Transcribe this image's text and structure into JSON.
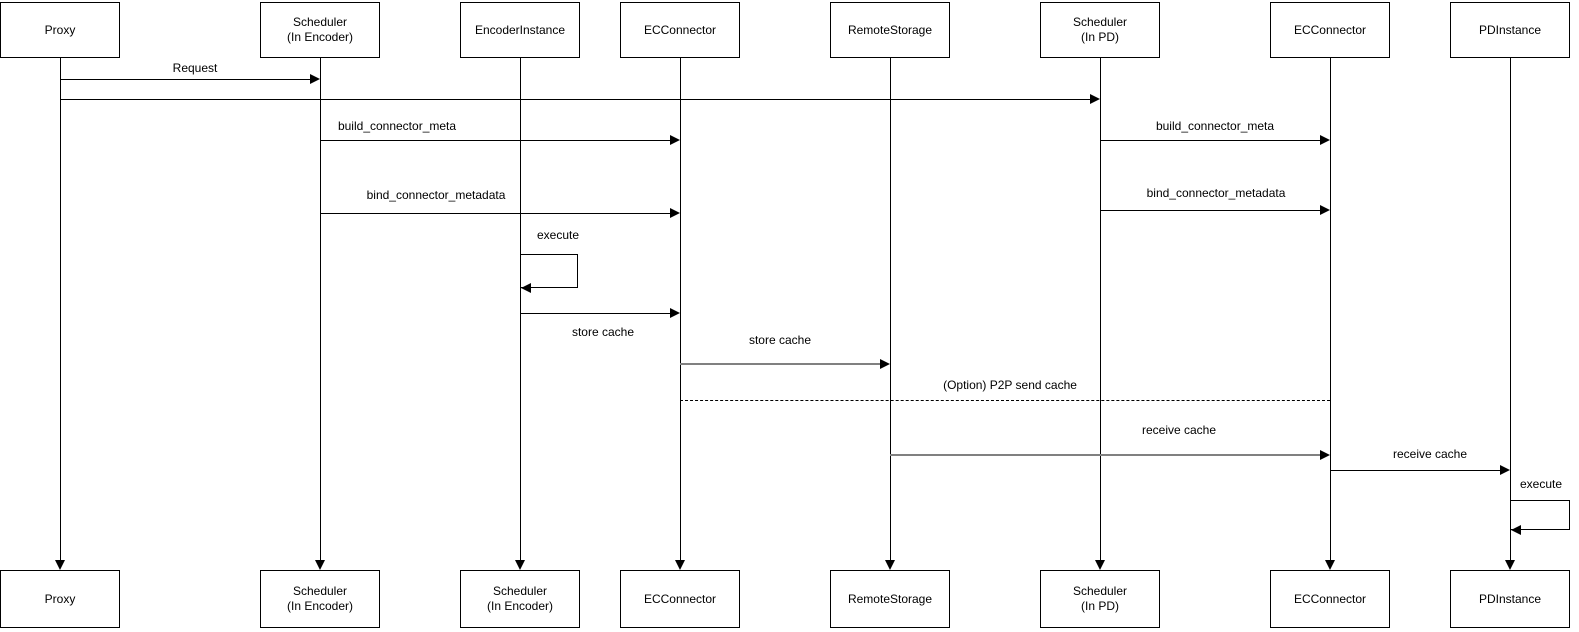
{
  "diagram_type": "sequence-diagram",
  "actors": [
    {
      "top": "Proxy",
      "bottom": "Proxy"
    },
    {
      "top": "Scheduler\n(In Encoder)",
      "bottom": "Scheduler\n(In Encoder)"
    },
    {
      "top": "EncoderInstance",
      "bottom": "Scheduler\n(In Encoder)"
    },
    {
      "top": "ECConnector",
      "bottom": "ECConnector"
    },
    {
      "top": "RemoteStorage",
      "bottom": "RemoteStorage"
    },
    {
      "top": "Scheduler\n(In PD)",
      "bottom": "Scheduler\n(In PD)"
    },
    {
      "top": "ECConnector",
      "bottom": "ECConnector"
    },
    {
      "top": "PDInstance",
      "bottom": "PDInstance"
    }
  ],
  "messages": {
    "request": "Request",
    "build_connector_meta": "build_connector_meta",
    "bind_connector_metadata": "bind_connector_metadata",
    "execute": "execute",
    "store_cache": "store cache",
    "p2p_send_cache": "(Option) P2P send cache",
    "receive_cache": "receive cache"
  },
  "colors": {
    "background": "#ffffff",
    "box_fill": "#ffffff",
    "box_border": "#000000",
    "line": "#000000",
    "gray_line": "#808080",
    "text": "#000000"
  }
}
